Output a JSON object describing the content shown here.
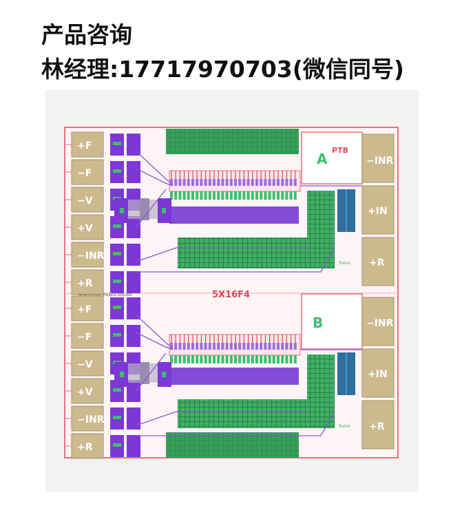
{
  "header": {
    "line1": "产品咨询",
    "line2": "林经理:17717970703(微信同号)"
  },
  "chip": {
    "part_number": "5X16F4",
    "brand": "PTB",
    "credit": "Design by Drorg, PTB Berlin 2005-2007",
    "section_a": {
      "label": "A",
      "small_label": "Rwire"
    },
    "section_b": {
      "label": "B",
      "small_label": "Rwire"
    },
    "left_pads_a": [
      "+F",
      "−F",
      "−V",
      "+V",
      "−INR",
      "+R"
    ],
    "left_pads_b": [
      "+F",
      "−F",
      "−V",
      "+V",
      "−INR",
      "+R"
    ],
    "right_pads_a": [
      "−INR",
      "+IN",
      "+R"
    ],
    "right_pads_b": [
      "−INR",
      "+IN",
      "+R"
    ]
  },
  "colors": {
    "background": "#f2f2f2",
    "die": "#fdf4f6",
    "outline": "#ee6f7c",
    "bond_pad": "#cdb98e",
    "contact_pad": "#7d36d8",
    "green_block": "#2e8a4e",
    "blue_strip": "#2e6f9d",
    "trace": "#8a57d0",
    "label_red": "#e2485b",
    "label_green": "#3cbf6b"
  }
}
